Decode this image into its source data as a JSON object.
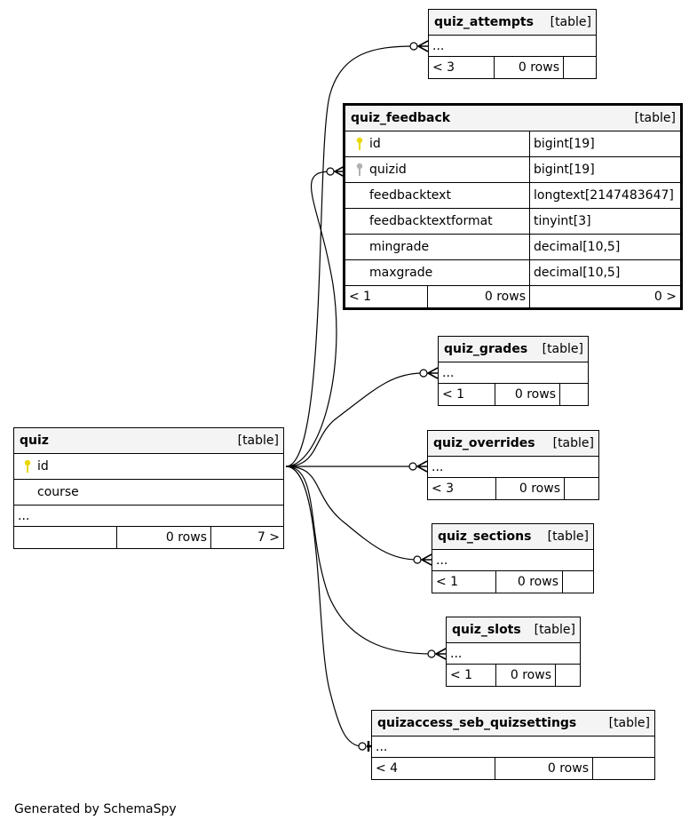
{
  "tables": {
    "quiz_attempts": {
      "name": "quiz_attempts",
      "kind": "[table]",
      "ellipsis": "...",
      "parents": "< 3",
      "rows": "0 rows",
      "children": ""
    },
    "quiz_feedback": {
      "name": "quiz_feedback",
      "kind": "[table]",
      "columns": [
        {
          "name": "id",
          "type": "bigint[19]",
          "key": "primary"
        },
        {
          "name": "quizid",
          "type": "bigint[19]",
          "key": "foreign"
        },
        {
          "name": "feedbacktext",
          "type": "longtext[2147483647]",
          "key": ""
        },
        {
          "name": "feedbacktextformat",
          "type": "tinyint[3]",
          "key": ""
        },
        {
          "name": "mingrade",
          "type": "decimal[10,5]",
          "key": ""
        },
        {
          "name": "maxgrade",
          "type": "decimal[10,5]",
          "key": ""
        }
      ],
      "parents": "< 1",
      "rows": "0 rows",
      "children": "0 >"
    },
    "quiz_grades": {
      "name": "quiz_grades",
      "kind": "[table]",
      "ellipsis": "...",
      "parents": "< 1",
      "rows": "0 rows",
      "children": ""
    },
    "quiz": {
      "name": "quiz",
      "kind": "[table]",
      "columns": [
        {
          "name": "id",
          "key": "primary"
        },
        {
          "name": "course",
          "key": ""
        }
      ],
      "ellipsis": "...",
      "parents": "",
      "rows": "0 rows",
      "children": "7 >"
    },
    "quiz_overrides": {
      "name": "quiz_overrides",
      "kind": "[table]",
      "ellipsis": "...",
      "parents": "< 3",
      "rows": "0 rows",
      "children": ""
    },
    "quiz_sections": {
      "name": "quiz_sections",
      "kind": "[table]",
      "ellipsis": "...",
      "parents": "< 1",
      "rows": "0 rows",
      "children": ""
    },
    "quiz_slots": {
      "name": "quiz_slots",
      "kind": "[table]",
      "ellipsis": "...",
      "parents": "< 1",
      "rows": "0 rows",
      "children": ""
    },
    "quizaccess_seb_quizsettings": {
      "name": "quizaccess_seb_quizsettings",
      "kind": "[table]",
      "ellipsis": "...",
      "parents": "< 4",
      "rows": "0 rows",
      "children": ""
    }
  },
  "relationships": [
    {
      "from": "quiz",
      "to": "quiz_attempts",
      "cardinality": "zero-or-many"
    },
    {
      "from": "quiz",
      "to": "quiz_feedback",
      "cardinality": "zero-or-many"
    },
    {
      "from": "quiz",
      "to": "quiz_grades",
      "cardinality": "zero-or-many"
    },
    {
      "from": "quiz",
      "to": "quiz_overrides",
      "cardinality": "zero-or-many"
    },
    {
      "from": "quiz",
      "to": "quiz_sections",
      "cardinality": "zero-or-many"
    },
    {
      "from": "quiz",
      "to": "quiz_slots",
      "cardinality": "zero-or-many"
    },
    {
      "from": "quiz",
      "to": "quizaccess_seb_quizsettings",
      "cardinality": "zero-or-one"
    }
  ],
  "colors": {
    "primary_key": "#e8d800",
    "foreign_key": "#b0b0b0",
    "header_bg": "#f4f4f4"
  },
  "footer": {
    "credit": "Generated by SchemaSpy"
  }
}
